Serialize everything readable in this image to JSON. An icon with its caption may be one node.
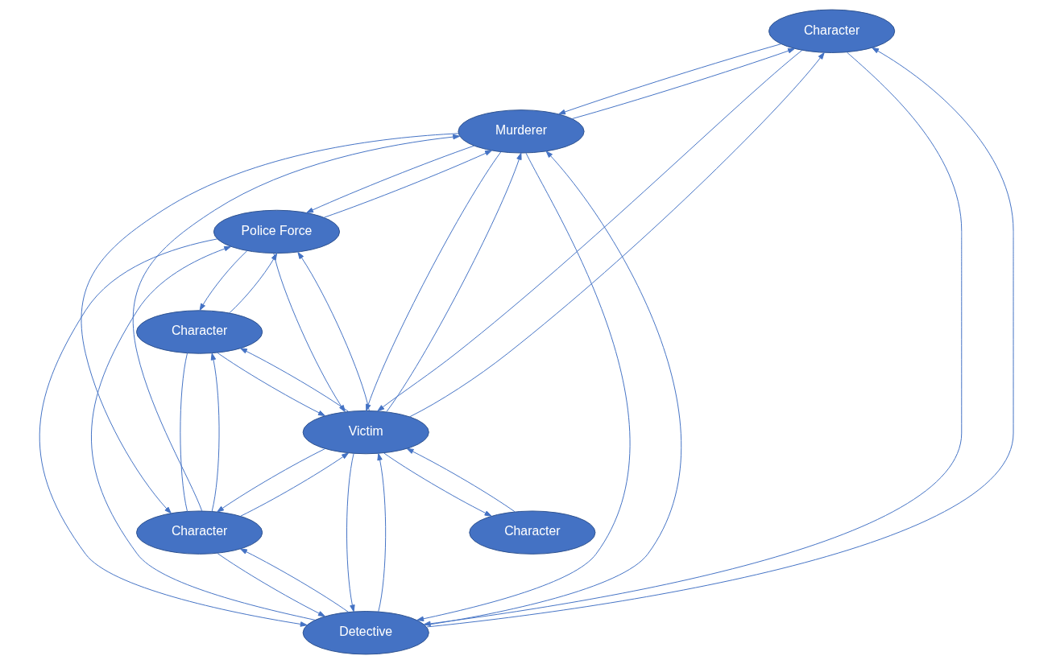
{
  "diagram": {
    "nodes": [
      {
        "text": [
          "Character"
        ]
      },
      {
        "text": [
          "Murderer"
        ]
      },
      {
        "text": [
          "Detective"
        ]
      },
      {
        "text": [
          "Victim"
        ]
      },
      {
        "text": [
          "Character"
        ]
      },
      {
        "text": [
          "Police Force"
        ]
      },
      {
        "text": [
          "Character"
        ]
      },
      {
        "text": [
          "Character"
        ]
      }
    ],
    "edges": [
      {
        "from": 1,
        "to": 0,
        "arrow": "to"
      },
      {
        "from": 0,
        "to": 1,
        "arrow": "to"
      },
      {
        "from": 0,
        "to": 2,
        "arrow": "to"
      },
      {
        "from": 2,
        "to": 0,
        "arrow": "to"
      },
      {
        "from": 2,
        "to": 1,
        "arrow": "to"
      },
      {
        "from": 1,
        "to": 2,
        "arrow": "to"
      },
      {
        "from": 3,
        "to": 0,
        "arrow": "to"
      },
      {
        "from": 0,
        "to": 3,
        "arrow": "to"
      },
      {
        "from": 1,
        "to": 3,
        "arrow": "to"
      },
      {
        "from": 3,
        "to": 1,
        "arrow": "to"
      },
      {
        "from": 1,
        "to": 4,
        "arrow": "to"
      },
      {
        "from": 4,
        "to": 1,
        "arrow": "to"
      },
      {
        "from": 2,
        "to": 4,
        "arrow": "to"
      },
      {
        "from": 4,
        "to": 2,
        "arrow": "to"
      },
      {
        "from": 2,
        "to": 3,
        "arrow": "to"
      },
      {
        "from": 3,
        "to": 2,
        "arrow": "to"
      },
      {
        "from": 1,
        "to": 5,
        "arrow": "to"
      },
      {
        "from": 5,
        "to": 1,
        "arrow": "to"
      },
      {
        "from": 2,
        "to": 5,
        "arrow": "to"
      },
      {
        "from": 5,
        "to": 2,
        "arrow": "to"
      },
      {
        "from": 3,
        "to": 4,
        "arrow": "to"
      },
      {
        "from": 4,
        "to": 3,
        "arrow": "to"
      },
      {
        "from": 3,
        "to": 5,
        "arrow": "to"
      },
      {
        "from": 5,
        "to": 3,
        "arrow": "to"
      },
      {
        "from": 3,
        "to": 6,
        "arrow": "to"
      },
      {
        "from": 6,
        "to": 3,
        "arrow": "to"
      },
      {
        "from": 3,
        "to": 7,
        "arrow": "to"
      },
      {
        "from": 7,
        "to": 3,
        "arrow": "to"
      },
      {
        "from": 4,
        "to": 6,
        "arrow": "to"
      },
      {
        "from": 6,
        "to": 4,
        "arrow": "none"
      },
      {
        "from": 5,
        "to": 6,
        "arrow": "to"
      },
      {
        "from": 6,
        "to": 5,
        "arrow": "to"
      }
    ]
  }
}
